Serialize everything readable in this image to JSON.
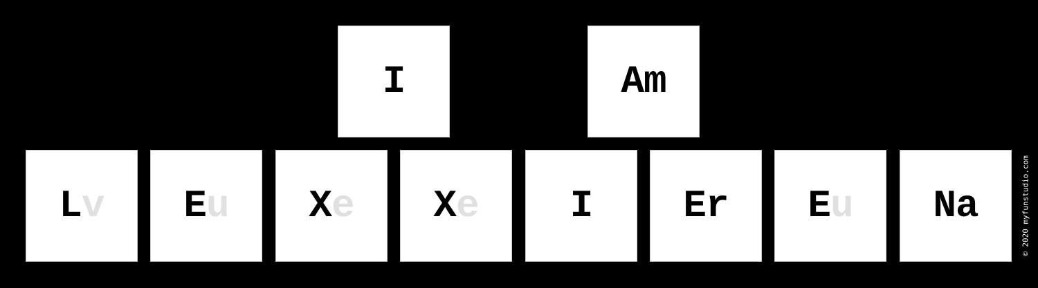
{
  "top_row": [
    {
      "main": "I",
      "ghost": ""
    },
    {
      "main": "Am",
      "ghost": ""
    }
  ],
  "bottom_row": [
    {
      "main": "L",
      "ghost": "v"
    },
    {
      "main": "E",
      "ghost": "u"
    },
    {
      "main": "X",
      "ghost": "e"
    },
    {
      "main": "X",
      "ghost": "e"
    },
    {
      "main": "I",
      "ghost": ""
    },
    {
      "main": "Er",
      "ghost": ""
    },
    {
      "main": "E",
      "ghost": "u"
    },
    {
      "main": "Na",
      "ghost": ""
    }
  ],
  "credit": "© 2020 myfunstudio.com",
  "colors": {
    "background": "#000000",
    "tile": "#ffffff",
    "text": "#000000",
    "ghost_text": "#e0e0e0"
  }
}
